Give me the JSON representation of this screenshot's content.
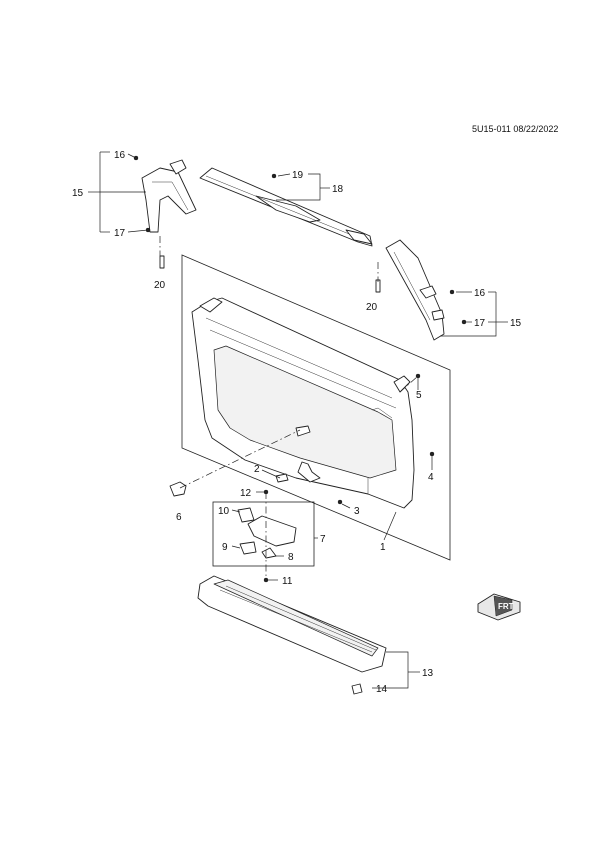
{
  "header": {
    "drawing_code": "5U15-011 08/22/2022"
  },
  "callouts": {
    "c1": "1",
    "c2": "2",
    "c3": "3",
    "c4": "4",
    "c5": "5",
    "c6": "6",
    "c7": "7",
    "c8": "8",
    "c9": "9",
    "c10": "10",
    "c11": "11",
    "c12": "12",
    "c13": "13",
    "c14": "14",
    "c15_left": "15",
    "c16_left": "16",
    "c17_left": "17",
    "c15_right": "15",
    "c16_right": "16",
    "c17_right": "17",
    "c18": "18",
    "c19": "19",
    "c20_left": "20",
    "c20_right": "20"
  },
  "icons": {
    "front_direction": "front-arrow-icon",
    "front_text": "FRT"
  }
}
